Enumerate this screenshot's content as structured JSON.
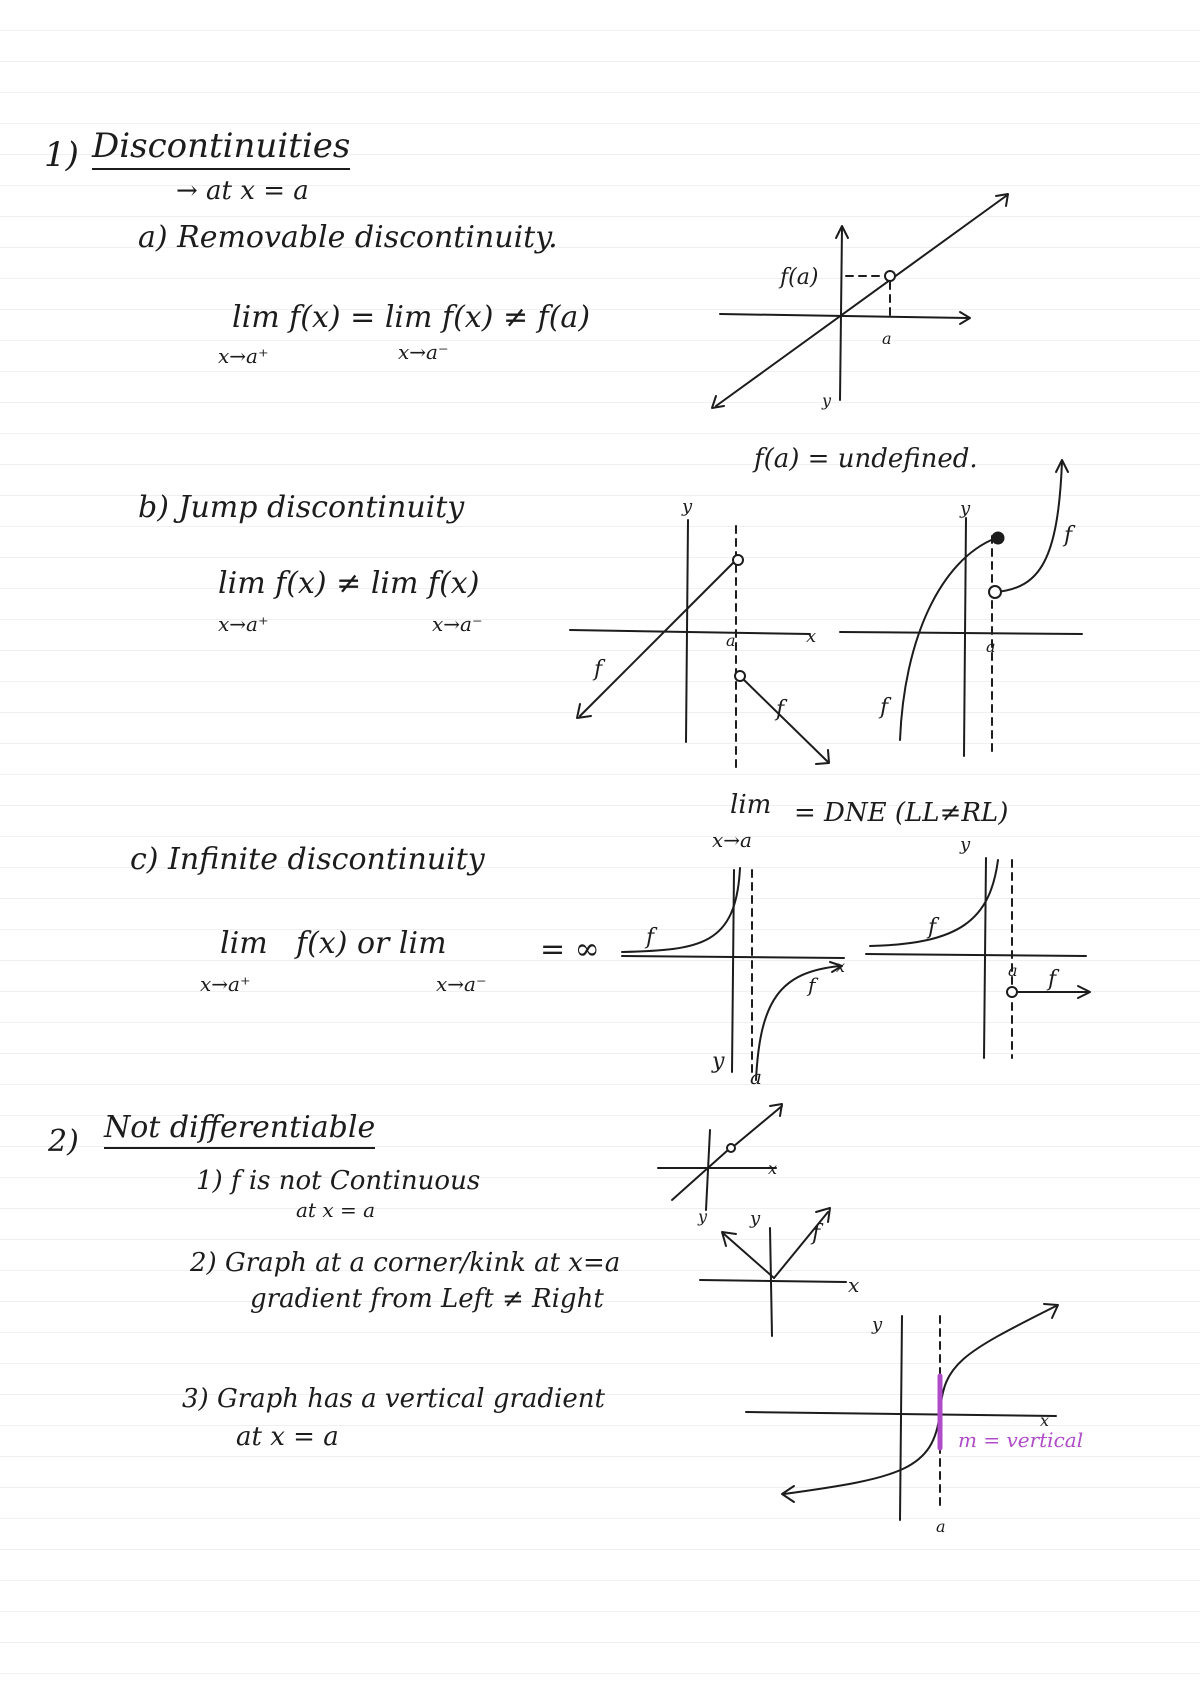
{
  "section1": {
    "number": "1)",
    "title": "Discontinuities",
    "at_label": "→ at  x = a",
    "a": {
      "label": "a) Removable discontinuity.",
      "formula": "lim f(x) = lim f(x) ≠ f(a)",
      "sub1": "x→a⁺",
      "sub2": "x→a⁻",
      "graph_fa": "f(a)",
      "graph_a": "a",
      "graph_y": "y"
    },
    "b": {
      "label": "b) Jump discontinuity",
      "formula": "lim   f(x) ≠ lim f(x)",
      "sub1": "x→a⁺",
      "sub2": "x→a⁻",
      "note": "f(a) = undefined.",
      "g1_y": "y",
      "g1_x": "x",
      "g1_a": "a",
      "g1_f1": "f",
      "g1_f2": "f",
      "g2_y": "y",
      "g2_a": "a",
      "g2_f1": "f",
      "g2_f2": "f",
      "dne_lim": "lim",
      "dne_sub": "x→a",
      "dne_rhs": "=  DNE  (LL≠RL)"
    },
    "c": {
      "label": "c) Infinite discontinuity",
      "formula_lim1": "lim",
      "formula_mid": "f(x)  or  lim",
      "sub1": "x→a⁺",
      "sub2": "x→a⁻",
      "eq": "= ∞",
      "g1_f1": "f",
      "g1_f2": "f",
      "g1_x": "x",
      "g1_y": "y",
      "g1_a": "a",
      "g2_y": "y",
      "g2_f1": "f",
      "g2_f2": "f",
      "g2_a": "a"
    }
  },
  "section2": {
    "number": "2)",
    "title": "Not differentiable",
    "item1_main": "1)  f   is  not  Continuous",
    "item1_sub": "at  x = a",
    "item2_main": "2)  Graph at a corner/kink at x=a",
    "item2_sub": "gradient  from  Left  ≠  Right",
    "item3_main": "3)  Graph  has  a vertical  gradient",
    "item3_sub": "at      x = a",
    "g1_y": "y",
    "g1_x": "x",
    "g2_y": "y",
    "g2_f": "f",
    "g2_x": "x",
    "g3_y": "y",
    "g3_x": "x",
    "g3_a": "a",
    "g3_m": "m = vertical",
    "accent_color": "#b04cc8"
  }
}
